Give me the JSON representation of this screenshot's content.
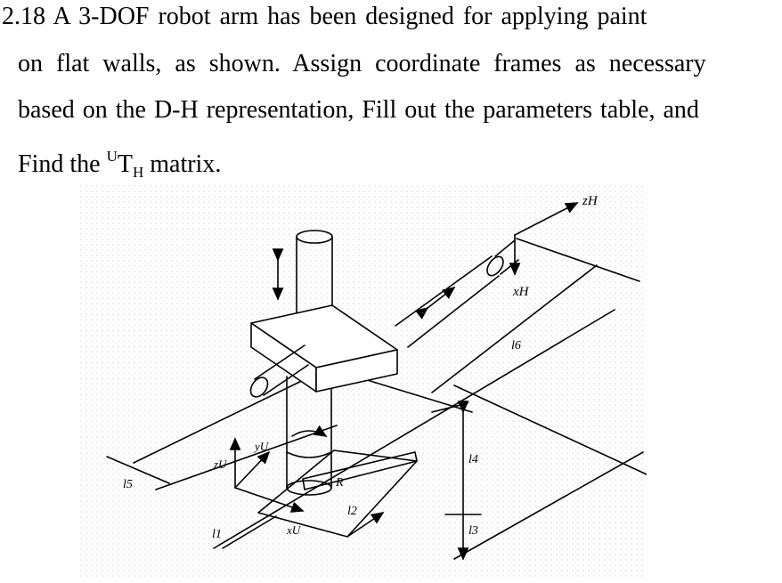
{
  "problem": {
    "number": "2.18",
    "line1": "A 3-DOF robot arm has been designed for applying paint",
    "line2": "on flat walls, as shown. Assign coordinate frames as necessary",
    "line3": "based on the D-H representation, Fill out the parameters table, and",
    "line4_pre": "Find the ",
    "sup": "U",
    "main": "T",
    "sub": "H",
    "line4_post": " matrix."
  },
  "figure": {
    "labels": {
      "zH": "zH",
      "xH": "xH",
      "l6": "l6",
      "l4": "l4",
      "l3": "l3",
      "l5": "l5",
      "l1": "l1",
      "l2": "l2",
      "R": "R",
      "yU": "yU",
      "zU": "zU",
      "xU": "xU"
    }
  }
}
